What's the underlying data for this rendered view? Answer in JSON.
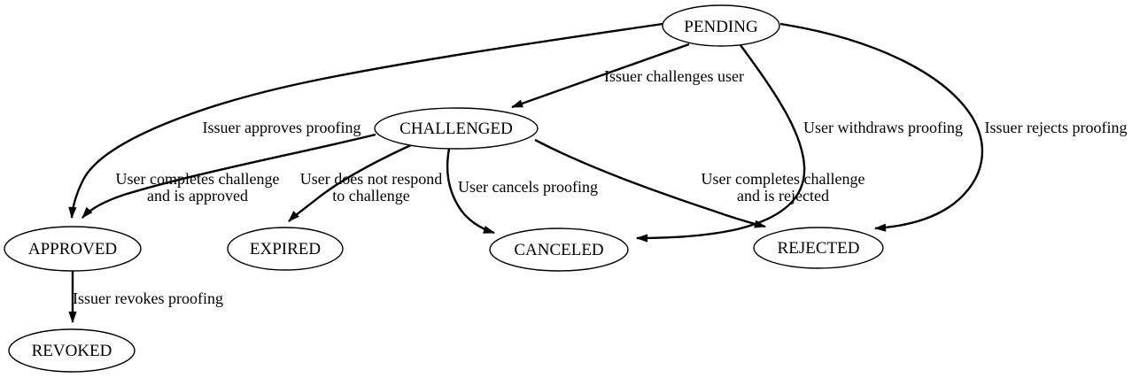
{
  "diagram": {
    "kind": "state-transition-diagram",
    "colors": {
      "background": "#ffffff",
      "node_fill": "#ffffff",
      "stroke": "#000000",
      "text": "#000000"
    },
    "nodes": [
      {
        "id": "pending",
        "label": "PENDING"
      },
      {
        "id": "challenged",
        "label": "CHALLENGED"
      },
      {
        "id": "approved",
        "label": "APPROVED"
      },
      {
        "id": "expired",
        "label": "EXPIRED"
      },
      {
        "id": "canceled",
        "label": "CANCELED"
      },
      {
        "id": "rejected",
        "label": "REJECTED"
      },
      {
        "id": "revoked",
        "label": "REVOKED"
      }
    ],
    "edges": [
      {
        "from": "PENDING",
        "to": "CHALLENGED",
        "lines": [
          "Issuer challenges user"
        ]
      },
      {
        "from": "PENDING",
        "to": "APPROVED",
        "lines": [
          "Issuer approves proofing"
        ]
      },
      {
        "from": "PENDING",
        "to": "CANCELED",
        "lines": [
          "User withdraws proofing"
        ]
      },
      {
        "from": "PENDING",
        "to": "REJECTED",
        "lines": [
          "Issuer rejects proofing"
        ]
      },
      {
        "from": "CHALLENGED",
        "to": "APPROVED",
        "lines": [
          "User completes challenge",
          "and is approved"
        ]
      },
      {
        "from": "CHALLENGED",
        "to": "EXPIRED",
        "lines": [
          "User does not respond",
          "to challenge"
        ]
      },
      {
        "from": "CHALLENGED",
        "to": "CANCELED",
        "lines": [
          "User cancels proofing"
        ]
      },
      {
        "from": "CHALLENGED",
        "to": "REJECTED",
        "lines": [
          "User completes challenge",
          "and is rejected"
        ]
      },
      {
        "from": "APPROVED",
        "to": "REVOKED",
        "lines": [
          "Issuer revokes proofing"
        ]
      }
    ]
  }
}
